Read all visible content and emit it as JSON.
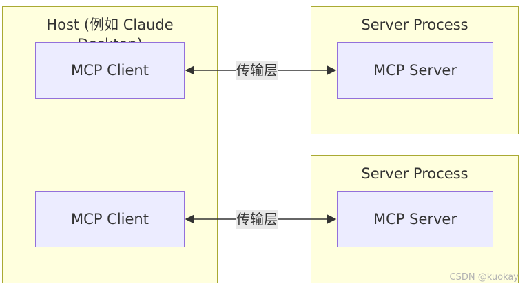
{
  "host": {
    "title": "Host (例如 Claude Desktop)",
    "clients": [
      {
        "label": "MCP Client"
      },
      {
        "label": "MCP Client"
      }
    ]
  },
  "servers": [
    {
      "title": "Server Process",
      "node_label": "MCP Server"
    },
    {
      "title": "Server Process",
      "node_label": "MCP Server"
    }
  ],
  "edges": [
    {
      "label": "传输层"
    },
    {
      "label": "传输层"
    }
  ],
  "colors": {
    "cluster_fill": "#ffffde",
    "cluster_border": "#aaaa33",
    "node_fill": "#ececff",
    "node_border": "#9370db",
    "edge": "#333333"
  },
  "watermark": "CSDN @kuokay"
}
